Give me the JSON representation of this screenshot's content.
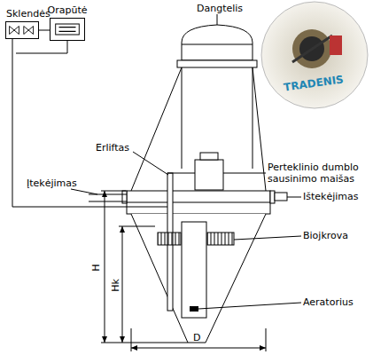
{
  "diagram": {
    "nodes": [
      {
        "text": [
          "Sklendės"
        ]
      },
      {
        "text": [
          "Orapūtė"
        ]
      }
    ],
    "edges": [
      {
        "from": 0,
        "to": 1,
        "arrow": "none"
      }
    ],
    "labels": [
      "Dangtelis",
      "Erliftas",
      "Perteklinio dumblo sausinimo maišas",
      "Įtekėjimas",
      "Ištekėjimas",
      "Biojkrova",
      "Aeratorius",
      "H",
      "Hk",
      "D",
      "TRADENIS"
    ]
  }
}
